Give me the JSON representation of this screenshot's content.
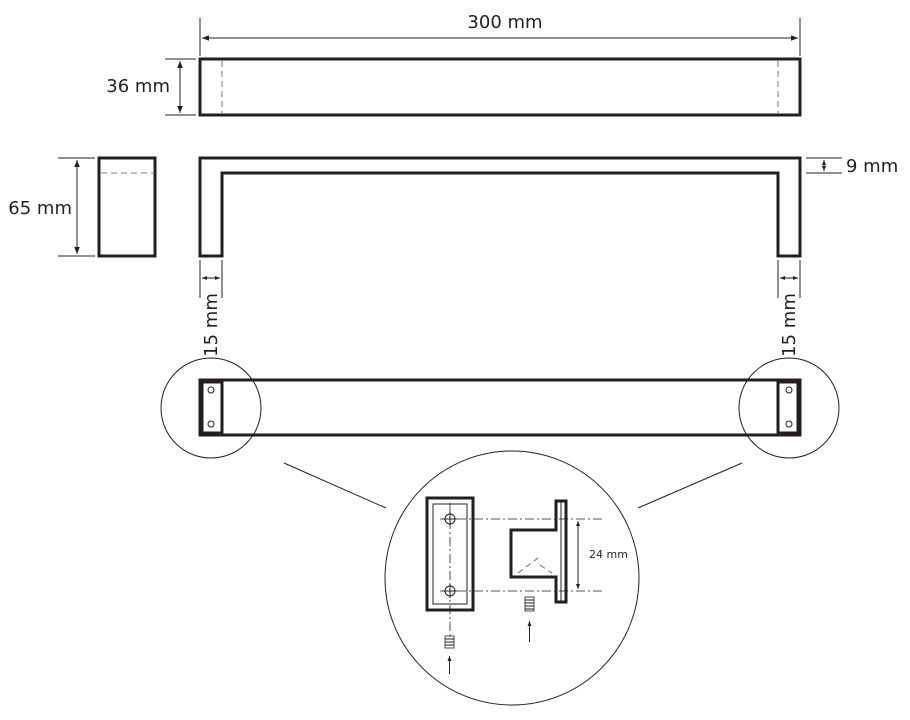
{
  "dimensions": {
    "length": "300 mm",
    "depth": "36 mm",
    "height": "65 mm",
    "thickness": "9 mm",
    "leg_width_left": "15 mm",
    "leg_width_right": "15 mm",
    "mount_spacing": "24 mm"
  },
  "colors": {
    "line": "#231f20",
    "background": "#ffffff"
  }
}
